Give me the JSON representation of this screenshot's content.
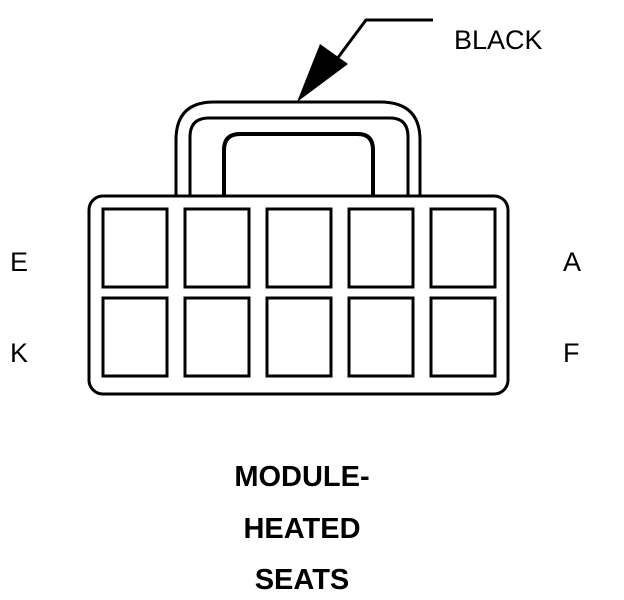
{
  "connector": {
    "color_label": "BLACK",
    "pin_labels": {
      "top_left": "E",
      "top_right": "A",
      "bottom_left": "K",
      "bottom_right": "F"
    },
    "rows": 2,
    "columns": 5,
    "caption_lines": [
      "MODULE-",
      "HEATED",
      "SEATS"
    ]
  },
  "colors": {
    "stroke": "#000000",
    "background": "#ffffff"
  }
}
